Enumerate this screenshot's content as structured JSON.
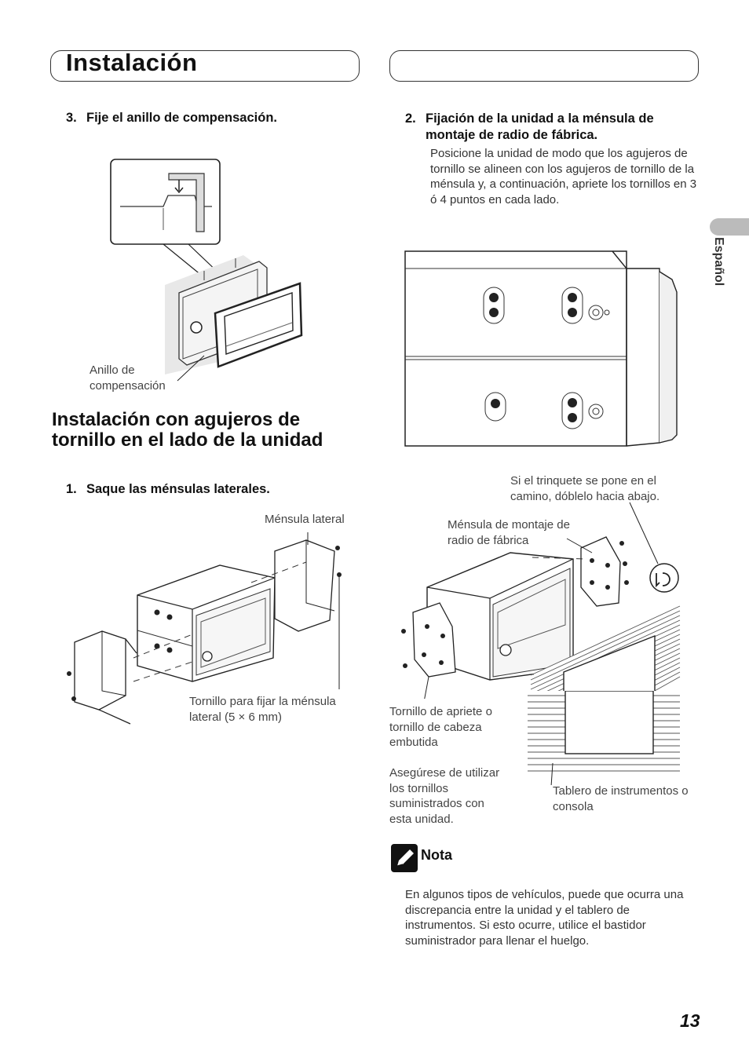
{
  "page": {
    "title": "Instalación",
    "language_tab": "Español",
    "page_number": "13"
  },
  "left": {
    "step3": {
      "num": "3.",
      "text": "Fije el anillo de compensación."
    },
    "fig1_label": "Anillo de compensación",
    "section_heading": "Instalación con agujeros de tornillo en el lado de la unidad",
    "step1": {
      "num": "1.",
      "text": "Saque las ménsulas laterales."
    },
    "fig2_label_bracket": "Ménsula lateral",
    "fig2_label_screw": "Tornillo para fijar la ménsula lateral (5 × 6 mm)"
  },
  "right": {
    "step2": {
      "num": "2.",
      "text": "Fijación de la unidad a la ménsula de montaje de radio de fábrica."
    },
    "step2_body": "Posicione la unidad de modo que los agujeros de tornillo se alineen con los agujeros de tornillo de la ménsula y, a continuación, apriete los tornillos en 3 ó 4 puntos en cada lado.",
    "fig4_label_tab": "Si el trinquete se pone en el camino, dóblelo hacia abajo.",
    "fig4_label_bracket": "Ménsula de montaje de radio de fábrica",
    "fig4_label_screw": "Tornillo de apriete o tornillo de cabeza embutida",
    "fig4_label_use": "Asegúrese de utilizar los tornillos suministrados con esta unidad.",
    "fig4_label_dash": "Tablero de instrumentos o consola",
    "note_title": "Nota",
    "note_body": "En algunos tipos de vehículos, puede que ocurra una discrepancia entre la unidad y el tablero de instrumentos. Si esto ocurre, utilice el bastidor suministrador para llenar el huelgo."
  }
}
